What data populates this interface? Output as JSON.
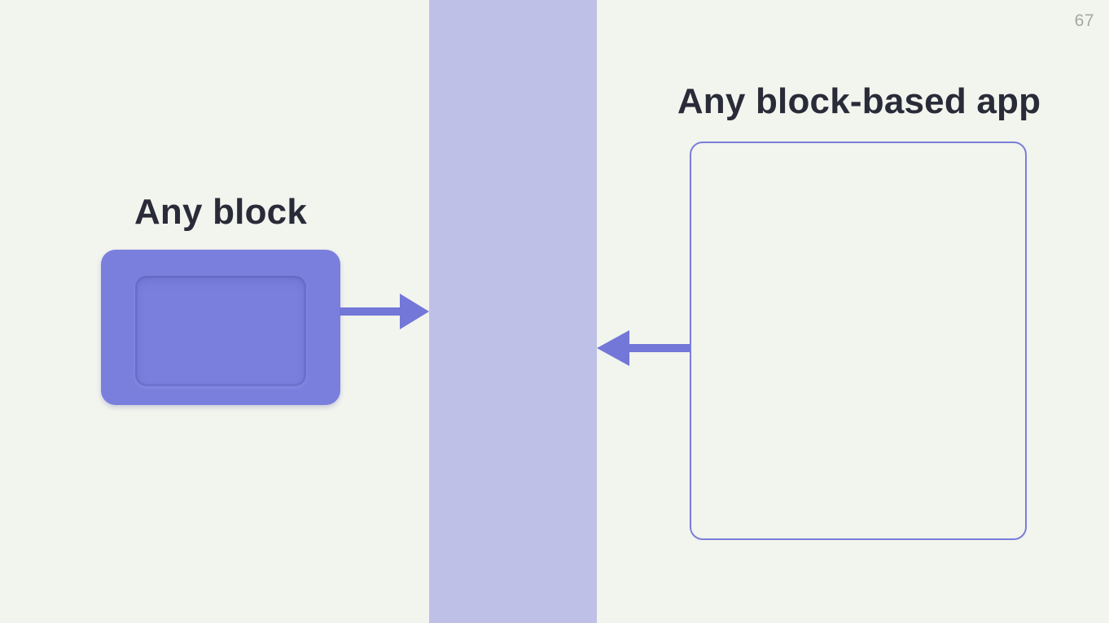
{
  "page_number": "67",
  "left": {
    "title": "Any block"
  },
  "right": {
    "title": "Any block-based app"
  },
  "icons": {
    "right_arrow": "→",
    "left_arrow": "←"
  },
  "colors": {
    "background": "#F2F4EE",
    "band": "#BEC0E8",
    "block_fill": "#7A7FDE",
    "arrow": "#7277D8",
    "box_border": "#7A7ED9",
    "title_text": "#2A2B38",
    "page_number": "#A7A7A7"
  }
}
